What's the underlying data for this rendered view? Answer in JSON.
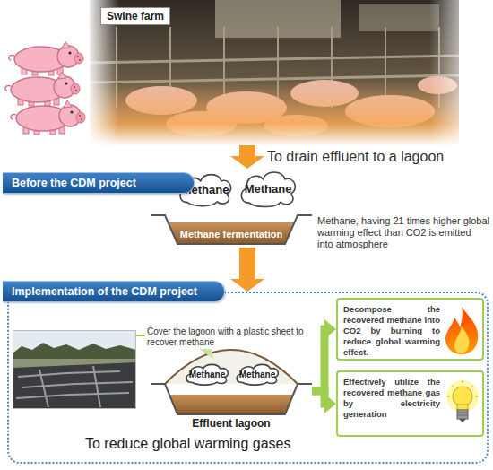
{
  "diagram": {
    "nodes": [
      {
        "text": [
          "Swine farm"
        ]
      },
      {
        "text": [
          "Before the CDM project"
        ]
      },
      {
        "text": [
          "Methane fermentation"
        ]
      },
      {
        "text": [
          "Methane"
        ],
        "in": 2
      },
      {
        "text": [
          "Methane"
        ],
        "in": 2
      },
      {
        "text": [
          "Implementation of the CDM project"
        ]
      },
      {
        "text": [
          "To reduce global warming gases"
        ]
      },
      {
        "text": [
          "Effluent lagoon"
        ],
        "in": 6
      },
      {
        "text": [
          "Methane"
        ],
        "in": 7
      },
      {
        "text": [
          "Methane"
        ],
        "in": 7
      },
      {
        "text": [
          "Decompose the recovered methane into CO2 by burning to reduce global warming effect."
        ],
        "in": 6
      },
      {
        "text": [
          "Effectively utilize the recovered methane gas by electricity generation"
        ],
        "in": 6
      }
    ],
    "edges": [
      {
        "from": 0,
        "to": 2,
        "label": "To drain effluent to a lagoon",
        "arrow": "to"
      },
      {
        "from": 2,
        "to": 6,
        "arrow": "to"
      },
      {
        "from": 7,
        "to": 10,
        "arrow": "to"
      },
      {
        "from": 7,
        "to": 11,
        "arrow": "to"
      }
    ],
    "labels": [
      "Methane, having 21 times higher global warming effect than CO2 is emitted into atmosphere",
      "Cover the lagoon with a plastic sheet to recover methane"
    ]
  }
}
